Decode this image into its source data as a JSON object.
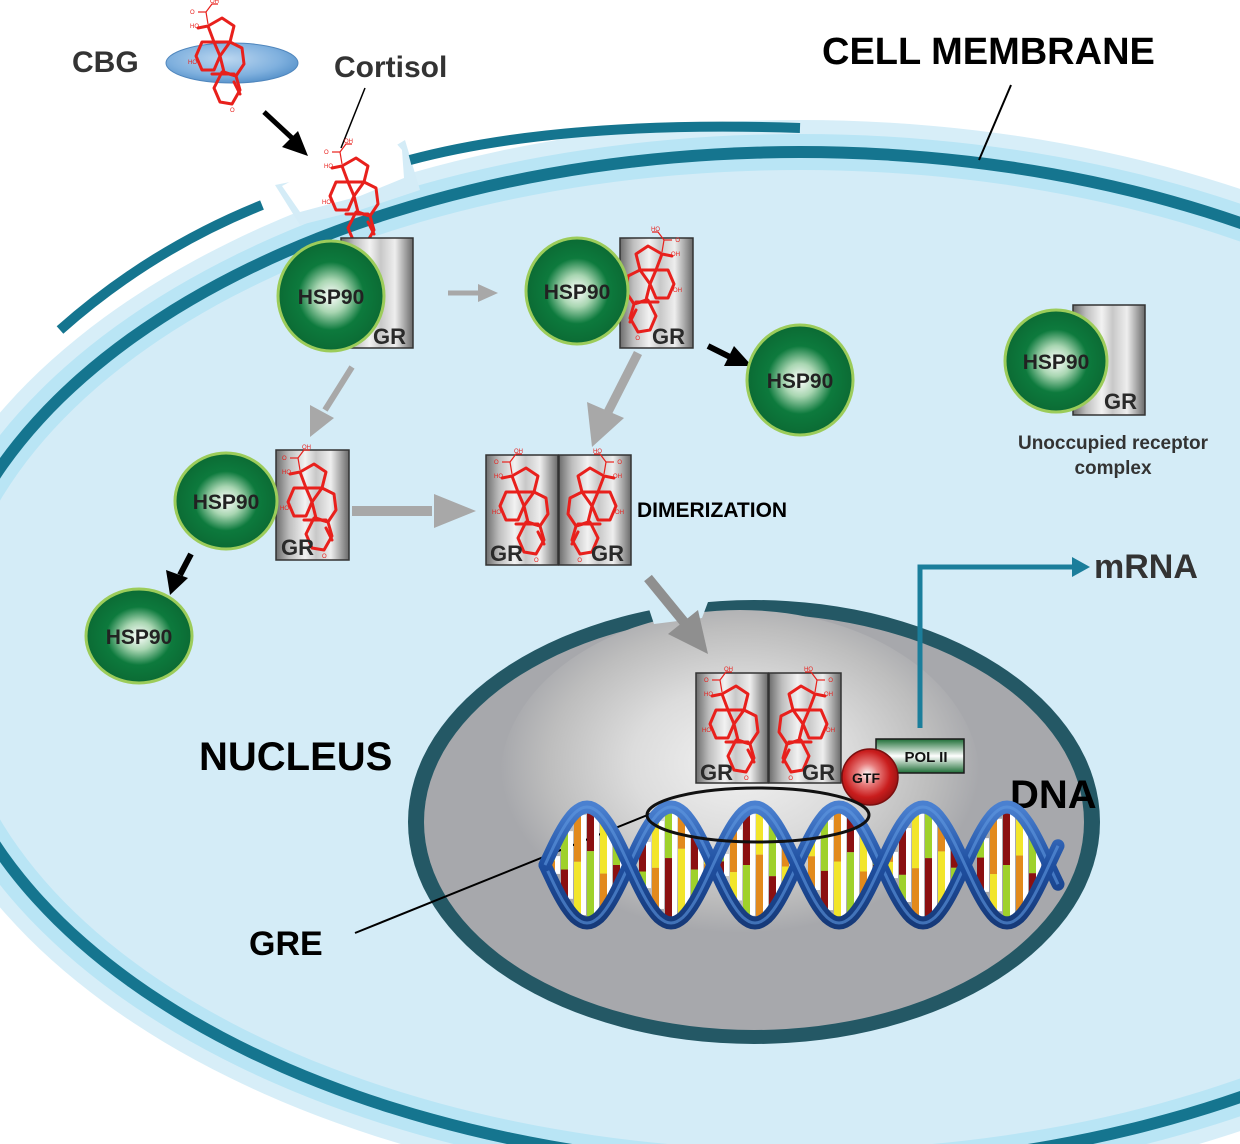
{
  "title_labels": {
    "cell_membrane": "CELL MEMBRANE",
    "cbg": "CBG",
    "cortisol": "Cortisol",
    "nucleus": "NUCLEUS",
    "dna": "DNA",
    "gre": "GRE",
    "mrna": "mRNA",
    "dimerization": "DIMERIZATION",
    "unoccupied_line1": "Unoccupied receptor",
    "unoccupied_line2": "complex"
  },
  "molecules": {
    "hsp90": "HSP90",
    "gr": "GR",
    "gtf": "GTF",
    "pol2": "POL II",
    "oh": "OH",
    "ho": "HO",
    "o": "O"
  },
  "colors": {
    "cytoplasm": "#d4ecf7",
    "membrane_outer": "#b9e5f5",
    "membrane_core": "#15758f",
    "nucleus_border": "#245865",
    "nucleus_fill": "#a7a8ac",
    "hsp90_green": "#0b7a3a",
    "hsp90_rim": "#9ccc5a",
    "cortisol_red": "#e8201c",
    "transcription_arrow": "#1b7e9b",
    "flow_arrow_gray": "#a8a8a8",
    "release_arrow_black": "#000000",
    "dna_backbone": "#1f4fa0",
    "gtf_red": "#cc1f1f",
    "pol2_green": "#1e7a3a"
  }
}
